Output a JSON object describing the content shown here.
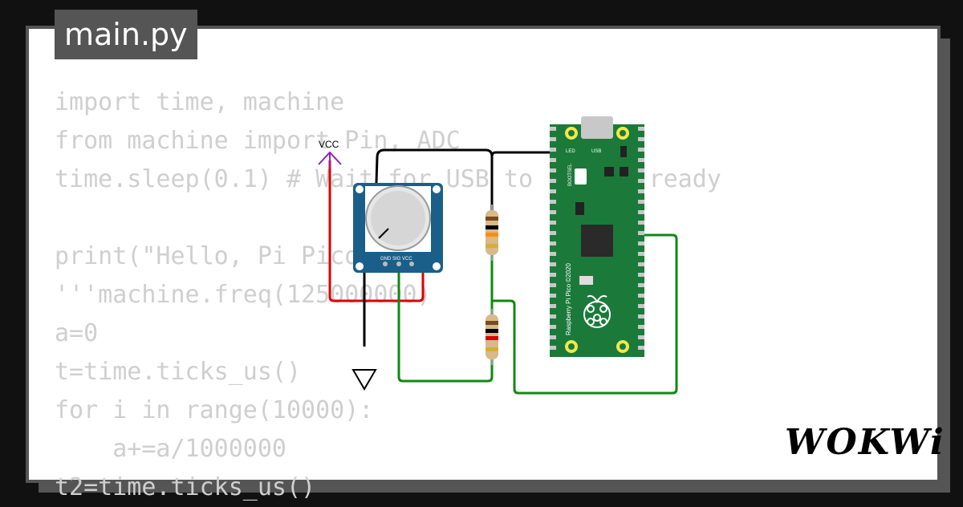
{
  "file_tab": {
    "label": "main.py"
  },
  "code_lines": [
    "import time, machine",
    "from machine import Pin, ADC",
    "time.sleep(0.1) # Wait for USB to become ready",
    "",
    "print(\"Hello, Pi Pico!\")",
    "'''machine.freq(125000000)",
    "a=0",
    "t=time.ticks_us()",
    "for i in range(10000):",
    "    a+=a/1000000",
    "t2=time.ticks_us()"
  ],
  "circuit": {
    "vcc_label": "VCC",
    "pot_pins": "GND SIG VCC",
    "pico_led_label": "LED",
    "pico_usb_label": "USB",
    "pico_bootsel_label": "BOOTSEL",
    "pico_board_text": "Raspberry Pi Pico ©2020",
    "wire_colors": {
      "vcc": "#dd0000",
      "gnd": "#000000",
      "signal": "#118811"
    },
    "board_color": "#1b7a3a",
    "pot_color": "#1a5f8a"
  },
  "brand": {
    "logo": "WOKWi"
  }
}
